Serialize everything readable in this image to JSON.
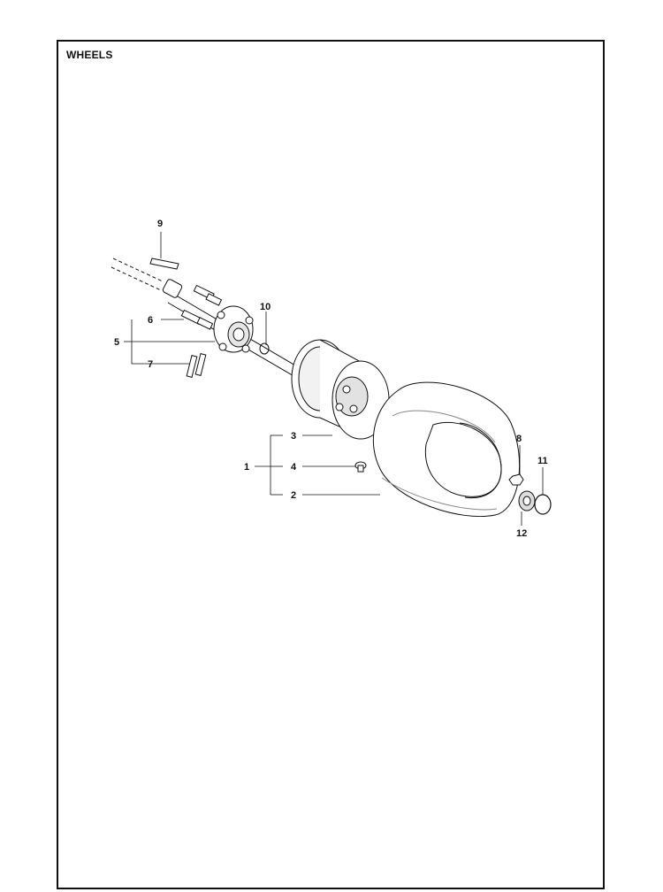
{
  "title": "WHEELS",
  "callouts": {
    "c1": "1",
    "c2": "2",
    "c3": "3",
    "c4": "4",
    "c5": "5",
    "c6": "6",
    "c7": "7",
    "c8": "8",
    "c9": "9",
    "c10": "10",
    "c11": "11",
    "c12": "12"
  },
  "colors": {
    "line": "#111111",
    "part_fill": "#ffffff",
    "shade": "#d8d8d8"
  }
}
